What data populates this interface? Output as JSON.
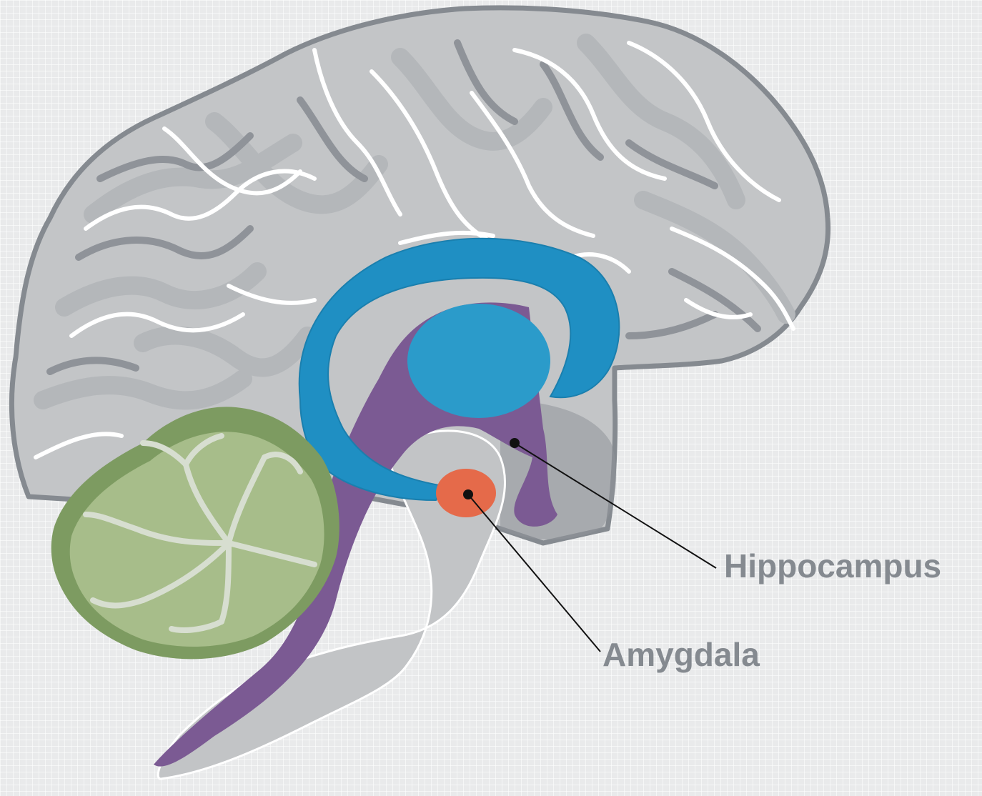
{
  "labels": {
    "hippocampus": "Hippocampus",
    "amygdala": "Amygdala"
  },
  "colors": {
    "cortex_fill": "#c3c5c7",
    "cortex_outline": "#858a90",
    "gyri_light": "#b4b7ba",
    "sulci_dark": "#8f9399",
    "sulci_white": "#ffffff",
    "corpus_callosum": "#1f8fc3",
    "thalamus": "#2b9bca",
    "ventricle_purple": "#7b5a93",
    "brainstem": "#c2c4c6",
    "cerebellum_outer": "#7d9b61",
    "cerebellum_inner": "#a7bd8a",
    "arbor_vitae": "#d7ded0",
    "amygdala": "#e56a4a",
    "label_text": "#858a90",
    "leader_line": "#111111"
  },
  "icons": [
    "brain-illustration"
  ]
}
